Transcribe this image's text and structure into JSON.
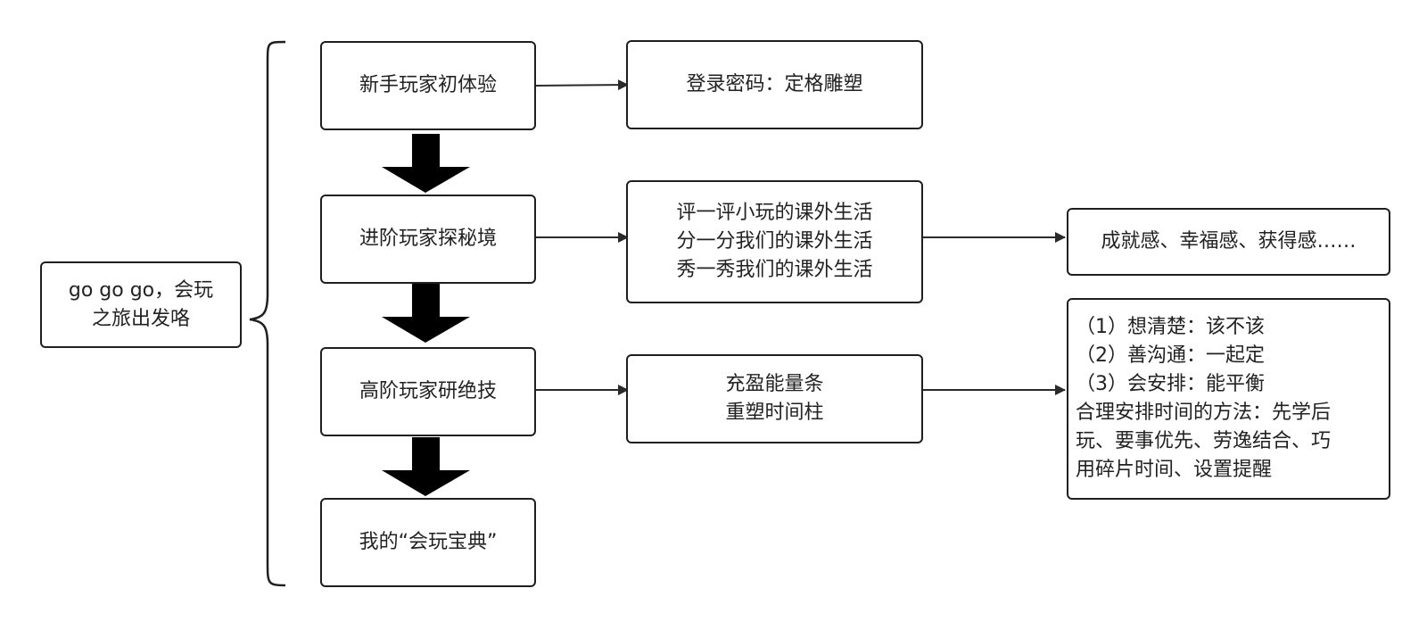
{
  "root": {
    "lines": [
      "go go go，会玩",
      "之旅出发咯"
    ]
  },
  "stages": [
    {
      "label": "新手玩家初体验"
    },
    {
      "label": "进阶玩家探秘境"
    },
    {
      "label": "高阶玩家研绝技"
    },
    {
      "label": "我的“会玩宝典”"
    }
  ],
  "details": [
    {
      "lines": [
        "登录密码：定格雕塑"
      ]
    },
    {
      "lines": [
        "评一评小玩的课外生活",
        "分一分我们的课外生活",
        "秀一秀我们的课外生活"
      ]
    },
    {
      "lines": [
        "充盈能量条",
        "重塑时间柱"
      ]
    }
  ],
  "outcomes": [
    {
      "lines": [
        "成就感、幸福感、获得感……"
      ]
    },
    {
      "lines": [
        "（1）想清楚：该不该",
        "（2）善沟通：一起定",
        "（3）会安排：能平衡",
        "合理安排时间的方法：先学后",
        "玩、要事优先、劳逸结合、巧",
        "用碎片时间、设置提醒"
      ]
    }
  ],
  "colors": {
    "stroke": "#1f1f1f",
    "arrow_fill": "#000000",
    "text": "#222222"
  }
}
